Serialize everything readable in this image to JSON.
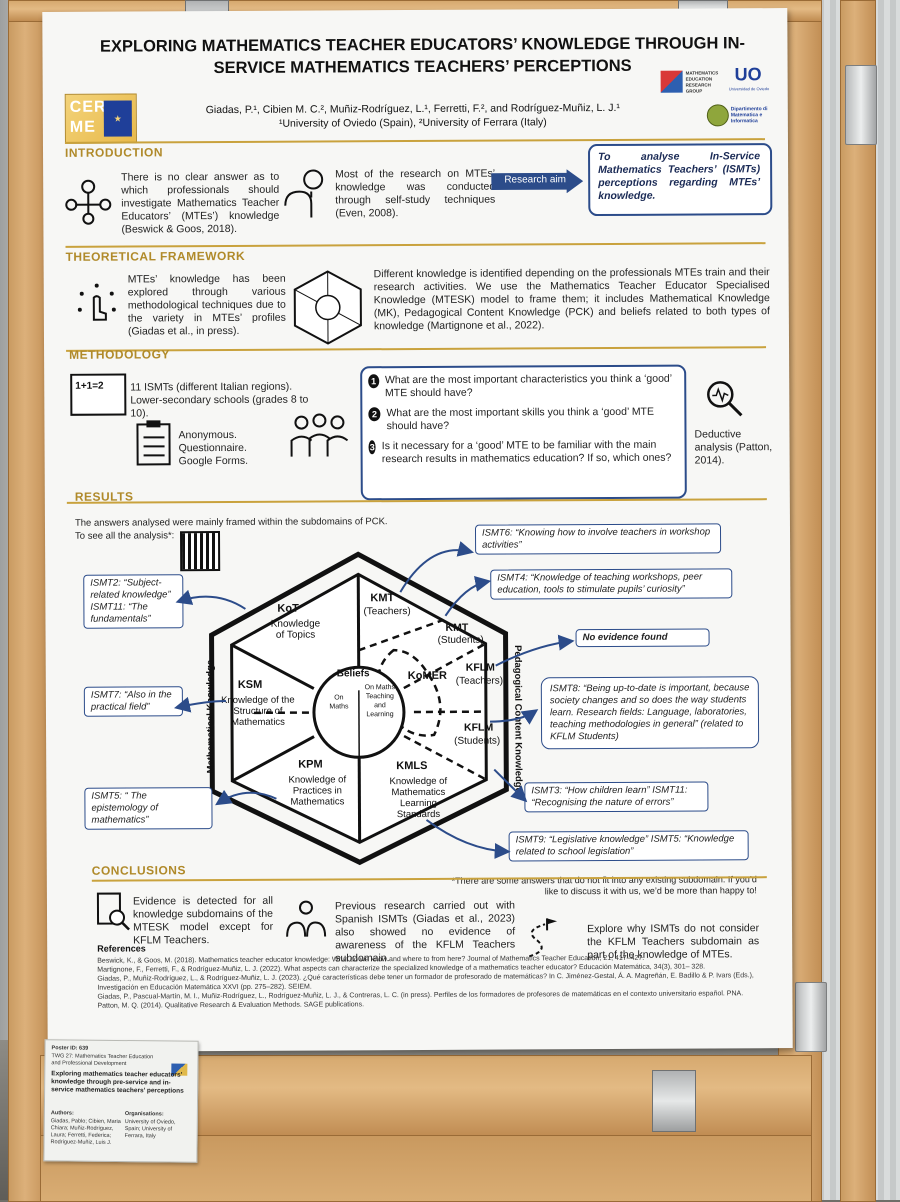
{
  "poster": {
    "title": "EXPLORING MATHEMATICS TEACHER EDUCATORS’ KNOWLEDGE THROUGH IN-SERVICE MATHEMATICS TEACHERS’ PERCEPTIONS",
    "authors": "Giadas, P.¹, Cibien M. C.², Muñiz-Rodríguez, L.¹, Ferretti, F.², and Rodríguez-Muñiz, L. J.¹",
    "affiliations": "¹University of Oviedo (Spain), ²University of Ferrara (Italy)",
    "logos": {
      "cerme_1": "CER",
      "cerme_2": "ME",
      "group": "MATHEMATICS EDUCATION RESEARCH GROUP",
      "uo": "UO",
      "uo_sub": "Universidad de Oviedo",
      "dept": "Dipartimento di Matematica e Informatica"
    },
    "introduction": {
      "heading": "INTRODUCTION",
      "text1": "There is no clear answer as to which professionals should investigate Mathematics Teacher Educators’ (MTEs’) knowledge (Beswick & Goos, 2018).",
      "text2": "Most of the research on MTEs’ knowledge was conducted through self-study techniques (Even, 2008).",
      "aim_label": "Research aim",
      "aim_text": "To analyse In-Service Mathematics Teachers’ (ISMTs) perceptions regarding MTEs’ knowledge."
    },
    "framework": {
      "heading": "THEORETICAL FRAMEWORK",
      "text1": "MTEs’ knowledge has been explored through various methodological techniques due to the variety in MTEs’ profiles (Giadas et al., in press).",
      "text2": "Different knowledge is identified depending on the professionals MTEs train and their research activities. We use the Mathematics Teacher Educator Specialised Knowledge (MTESK) model to frame them; it includes Mathematical Knowledge (MK), Pedagogical Content Knowledge (PCK) and beliefs related to both types of knowledge (Martignone et al., 2022)."
    },
    "methodology": {
      "heading": "METHODOLOGY",
      "board": "1+1=2",
      "sample": "11 ISMTs (different Italian regions). Lower-secondary schools (grades 8 to 10).",
      "instrument": "Anonymous. Questionnaire. Google Forms.",
      "questions": [
        {
          "n": "1",
          "text": "What are the most important characteristics you think a ‘good’ MTE should have?"
        },
        {
          "n": "2",
          "text": "What are the most important skills you think a ‘good’ MTE should have?"
        },
        {
          "n": "3",
          "text": "Is it necessary for a ‘good’ MTE to be familiar with the main research results in mathematics education? If so, which ones?"
        }
      ],
      "analysis": "Deductive analysis (Patton, 2014)."
    },
    "results": {
      "heading": "RESULTS",
      "intro": "The answers analysed were mainly framed within the subdomains of PCK.",
      "see_all": "To see all the analysis*:",
      "hexagon": {
        "left_label": "Mathematical Knowledge",
        "right_label": "Pedagogical Content Knowledge",
        "kot_title": "KoT",
        "kot_sub": "Knowledge of Topics",
        "ksm_title": "KSM",
        "ksm_sub": "Knowledge of the Structure of Mathematics",
        "kpm_title": "KPM",
        "kpm_sub": "Knowledge of Practices in Mathematics",
        "kmt_teachers_title": "KMT",
        "kmt_teachers_sub": "(Teachers)",
        "kmt_students_title": "KMT",
        "kmt_students_sub": "(Students)",
        "komer": "KoMER",
        "kflm_teachers_title": "KFLM",
        "kflm_teachers_sub": "(Teachers)",
        "kflm_students_title": "KFLM",
        "kflm_students_sub": "(Students)",
        "kmls_title": "KMLS",
        "kmls_sub": "Knowledge of Mathematics Learning Standards",
        "beliefs": "Beliefs",
        "on_maths": "On Maths",
        "on_teaching": "On Maths Teaching and Learning"
      },
      "answers": {
        "ismt2": "ISMT2: “Subject-related knowledge” ISMT11: “The fundamentals”",
        "ismt7": "ISMT7: “Also in the practical field”",
        "ismt5a": "ISMT5: “ The epistemology of mathematics”",
        "ismt6": "ISMT6: “Knowing how to involve teachers in workshop activities”",
        "ismt4": "ISMT4: “Knowledge of teaching workshops, peer education, tools to stimulate pupils’ curiosity”",
        "no_evidence": "No evidence found",
        "ismt8": "ISMT8: “Being up-to-date is important, because society changes and so does the way students learn. Research fields: Language, laboratories, teaching methodologies in general” (related to KFLM Students)",
        "ismt3": "ISMT3: “How children learn” ISMT11: “Recognising the nature of errors”",
        "ismt9": "ISMT9: “Legislative knowledge” ISMT5: “Knowledge related to school legislation”"
      },
      "footnote": "*There are some answers that do not fit into any existing subdomain. If you’d like to discuss it with us, we’d be more than happy to!"
    },
    "conclusions": {
      "heading": "CONCLUSIONS",
      "c1": "Evidence is detected for all knowledge subdomains of the MTESK model except for KFLM Teachers.",
      "c2": "Previous research carried out with Spanish ISMTs (Giadas et al., 2023) also showed no evidence of awareness of the KFLM Teachers subdomain.",
      "c3": "Explore why ISMTs do not consider the KFLM Teachers subdomain as part of the knowledge of MTEs."
    },
    "references": {
      "heading": "References",
      "items": [
        "Beswick, K., & Goos, M. (2018). Mathematics teacher educator knowledge: What do we know and where to from here? Journal of Mathematics Teacher Education, 21, 417–427.",
        "Martignone, F., Ferretti, F., & Rodríguez-Muñiz, L. J. (2022). What aspects can characterize the specialized knowledge of a mathematics teacher educator? Educación Matemática, 34(3), 301– 328.",
        "Giadas, P., Muñiz-Rodríguez, L., & Rodríguez-Muñiz, L. J. (2023). ¿Qué características debe tener un formador de profesorado de matemáticas? In C. Jiménez-Gestal, Á. A. Magreñán, E. Badillo & P. Ivars (Eds.), Investigación en Educación Matemática XXVI (pp. 275–282). SEIEM.",
        "Giadas, P., Pascual-Martín, M. I., Muñiz-Rodríguez, L., Rodríguez-Muñiz, L. J., & Contreras, L. C. (in press). Perfiles de los formadores de profesores de matemáticas en el contexto universitario español. PNA.",
        "Patton, M. Q. (2014). Qualitative Research & Evaluation Methods. SAGE publications."
      ]
    }
  },
  "label_card": {
    "code": "Poster ID: 639",
    "group": "TWG 27: Mathematics Teacher Education and Professional Development",
    "title": "Exploring mathematics teacher educators’ knowledge through pre-service and in-service mathematics teachers’ perceptions",
    "authors_head": "Authors:",
    "authors": "Giadas, Pablo; Cibien, Maria Chiara; Muñiz-Rodríguez, Laura; Ferretti, Federica; Rodríguez-Muñiz, Luis J.",
    "org_head": "Organisations:",
    "orgs": "University of Oviedo, Spain; University of Ferrara, Italy"
  }
}
